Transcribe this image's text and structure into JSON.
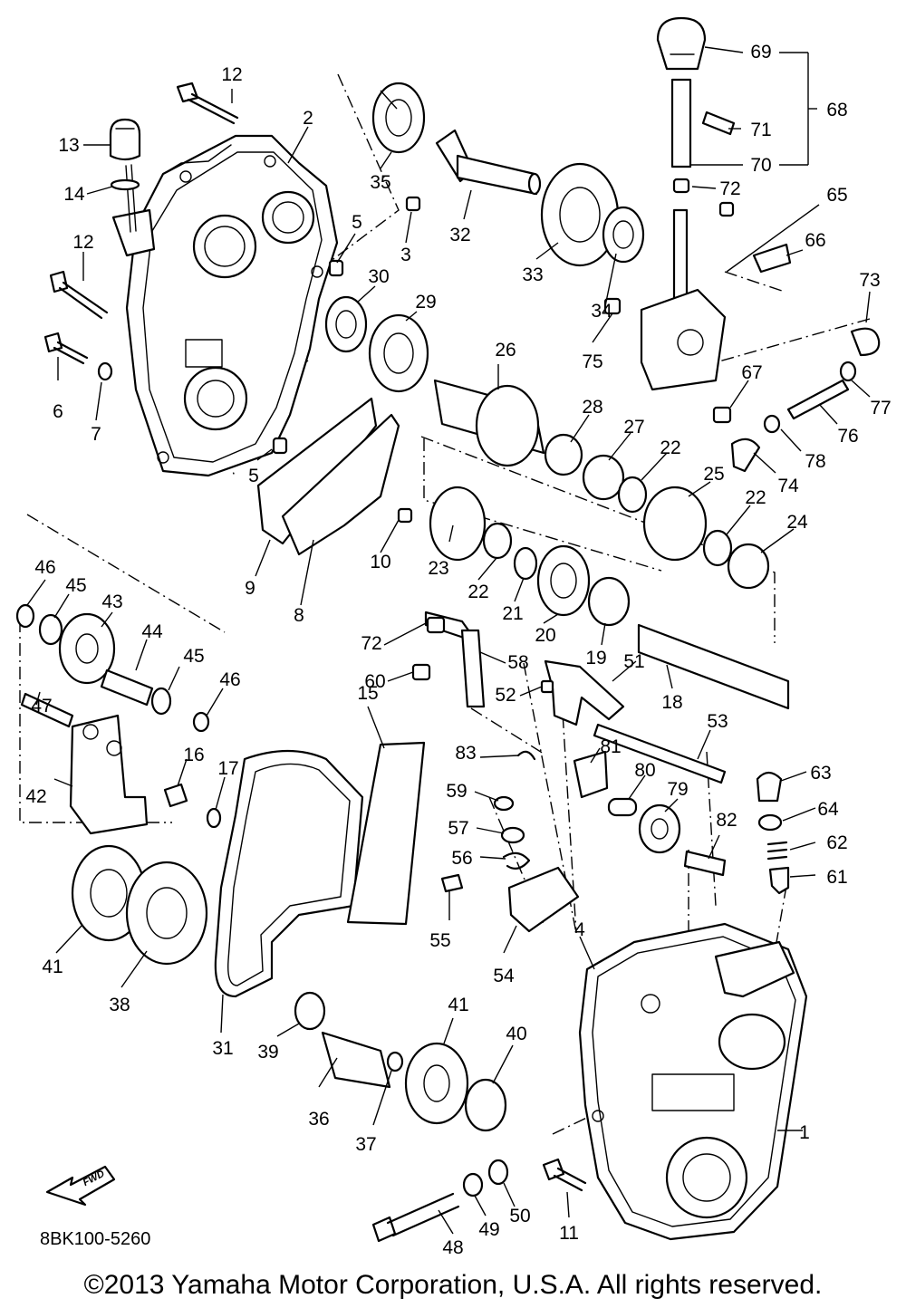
{
  "diagram": {
    "code": "8BK100-5260",
    "fwd_label": "FWD",
    "copyright": "©2013 Yamaha Motor Corporation, U.S.A. All rights reserved.",
    "labels": [
      "1",
      "2",
      "3",
      "4",
      "5",
      "5",
      "6",
      "7",
      "8",
      "9",
      "10",
      "11",
      "12",
      "12",
      "13",
      "14",
      "15",
      "16",
      "17",
      "18",
      "19",
      "20",
      "21",
      "22",
      "22",
      "22",
      "23",
      "24",
      "25",
      "26",
      "27",
      "28",
      "29",
      "30",
      "31",
      "32",
      "33",
      "34",
      "35",
      "36",
      "37",
      "38",
      "39",
      "40",
      "41",
      "41",
      "42",
      "43",
      "44",
      "45",
      "45",
      "46",
      "46",
      "47",
      "48",
      "49",
      "50",
      "51",
      "52",
      "53",
      "54",
      "55",
      "56",
      "57",
      "58",
      "59",
      "60",
      "61",
      "62",
      "63",
      "64",
      "65",
      "66",
      "67",
      "68",
      "69",
      "70",
      "71",
      "72",
      "72",
      "73",
      "74",
      "75",
      "76",
      "77",
      "78",
      "79",
      "80",
      "81",
      "82",
      "83"
    ]
  }
}
